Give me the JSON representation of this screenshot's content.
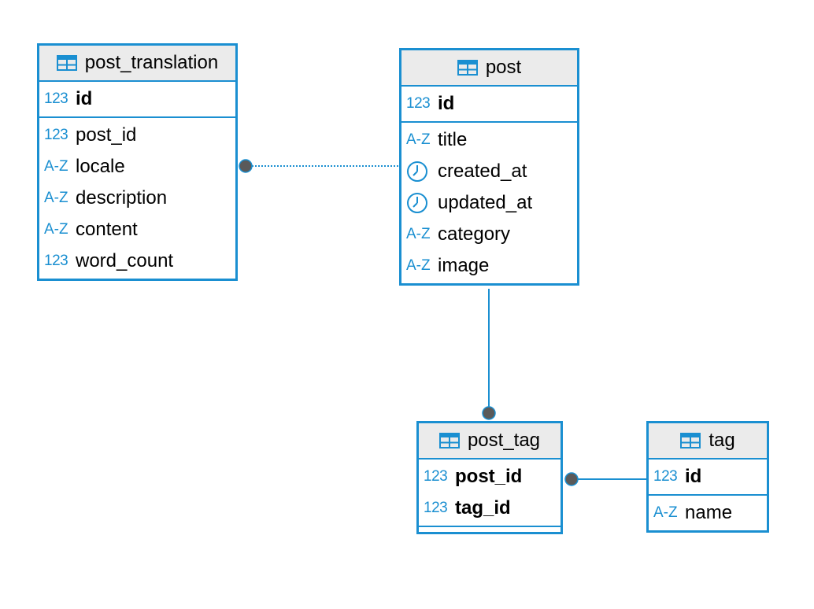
{
  "entities": {
    "post_translation": {
      "title": "post_translation",
      "pk": [
        {
          "name": "id",
          "type": "123"
        }
      ],
      "cols": [
        {
          "name": "post_id",
          "type": "123"
        },
        {
          "name": "locale",
          "type": "A-Z"
        },
        {
          "name": "description",
          "type": "A-Z"
        },
        {
          "name": "content",
          "type": "A-Z"
        },
        {
          "name": "word_count",
          "type": "123"
        }
      ]
    },
    "post": {
      "title": "post",
      "pk": [
        {
          "name": "id",
          "type": "123"
        }
      ],
      "cols": [
        {
          "name": "title",
          "type": "A-Z"
        },
        {
          "name": "created_at",
          "type": "clock"
        },
        {
          "name": "updated_at",
          "type": "clock"
        },
        {
          "name": "category",
          "type": "A-Z"
        },
        {
          "name": "image",
          "type": "A-Z"
        }
      ]
    },
    "post_tag": {
      "title": "post_tag",
      "pk": [
        {
          "name": "post_id",
          "type": "123"
        },
        {
          "name": "tag_id",
          "type": "123"
        }
      ],
      "cols": []
    },
    "tag": {
      "title": "tag",
      "pk": [
        {
          "name": "id",
          "type": "123"
        }
      ],
      "cols": [
        {
          "name": "name",
          "type": "A-Z"
        }
      ]
    }
  },
  "icons": {
    "numeric": "123",
    "text": "A-Z",
    "timestamp": "clock-icon",
    "table": "table-icon"
  },
  "colors": {
    "border": "#1a8fd1",
    "header_bg": "#ebebeb",
    "connector_dot": "#5a5a5a"
  }
}
